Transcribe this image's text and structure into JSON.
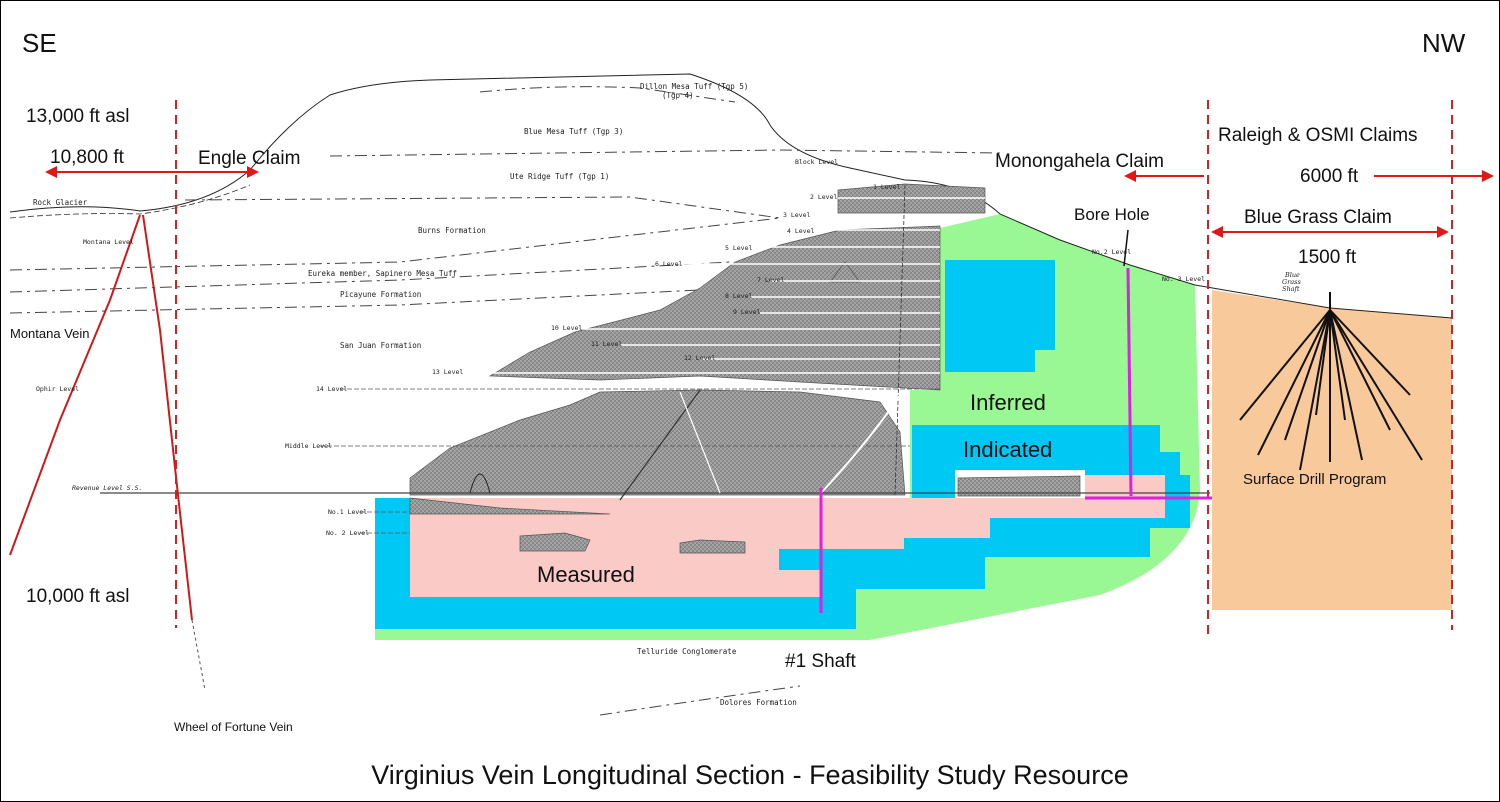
{
  "title": "Virginius Vein Longitudinal Section  -  Feasibility Study Resource",
  "directions": {
    "left": "SE",
    "right": "NW"
  },
  "elevations": {
    "top": "13,000 ft asl",
    "bottom": "10,000 ft asl"
  },
  "claims": {
    "engle_distance": "10,800 ft",
    "engle": "Engle Claim",
    "monongahela": "Monongahela Claim",
    "raleigh": "Raleigh & OSMI Claims",
    "raleigh_distance": "6000 ft",
    "blue_grass": "Blue Grass Claim",
    "blue_grass_distance": "1500 ft"
  },
  "resource_categories": {
    "inferred": "Inferred",
    "indicated": "Indicated",
    "measured": "Measured"
  },
  "features": {
    "bore_hole": "Bore Hole",
    "shaft": "#1 Shaft",
    "surface_drill": "Surface Drill Program",
    "montana_vein": "Montana Vein",
    "wheel_vein": "Wheel of Fortune Vein",
    "blue_grass_shaft": [
      "Blue",
      "Grass",
      "Shaft"
    ]
  },
  "formations": {
    "dillon": "Dillon Mesa Tuff (Tgp 5)",
    "tgp4": "(Tgp 4)",
    "blue_mesa": "Blue Mesa Tuff (Tgp 3)",
    "ute_ridge": "Ute Ridge Tuff (Tgp 1)",
    "burns": "Burns Formation",
    "eureka": "Eureka member, Sapinero Mesa Tuff",
    "picayune": "Picayune Formation",
    "san_juan": "San Juan Formation",
    "telluride": "Telluride   Conglomerate",
    "dolores": "Dolores   Formation",
    "rock_glacier": "Rock Glacier"
  },
  "levels": {
    "block": "Block Level",
    "l1": "1 Level",
    "l2": "2 Level",
    "l3": "3 Level",
    "l4": "4 Level",
    "l5": "5 Level",
    "l6": "6 Level",
    "l7": "7 Level",
    "l8": "8 Level",
    "l9": "9 Level",
    "l10": "10 Level",
    "l11": "11 Level",
    "l12": "12 Level",
    "l13": "13 Level",
    "l14": "14 Level",
    "middle": "Middle Level",
    "revenue": "Revenue Level S.S.",
    "no1": "No.1 Level",
    "no2": "No. 2 Level",
    "montana": "Montana Level",
    "ophir": "Ophir Level",
    "no2_right": "No.2 Level",
    "no3_right": "No. 3 Level"
  },
  "colors": {
    "inferred": "#99f794",
    "indicated": "#00c8f4",
    "measured": "#f9cac6",
    "surface_drill": "#f8c99a",
    "claim_lines": "#d62020",
    "shafts": "#e020e0"
  }
}
